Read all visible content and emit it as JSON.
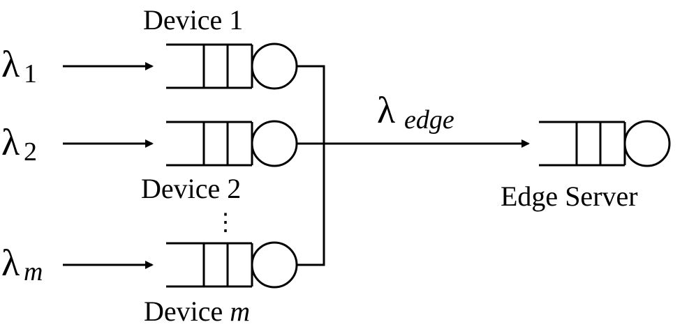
{
  "devices": [
    {
      "label": "Device 1",
      "rate_symbol": "λ",
      "rate_subscript": "1"
    },
    {
      "label": "Device 2",
      "rate_symbol": "λ",
      "rate_subscript": "2"
    },
    {
      "label_prefix": "Device",
      "label_var": "m",
      "rate_symbol": "λ",
      "rate_subscript": "m"
    }
  ],
  "ellipsis": "⋮",
  "edge_rate": {
    "symbol": "λ",
    "subscript": "edge"
  },
  "server": {
    "label": "Edge Server"
  }
}
